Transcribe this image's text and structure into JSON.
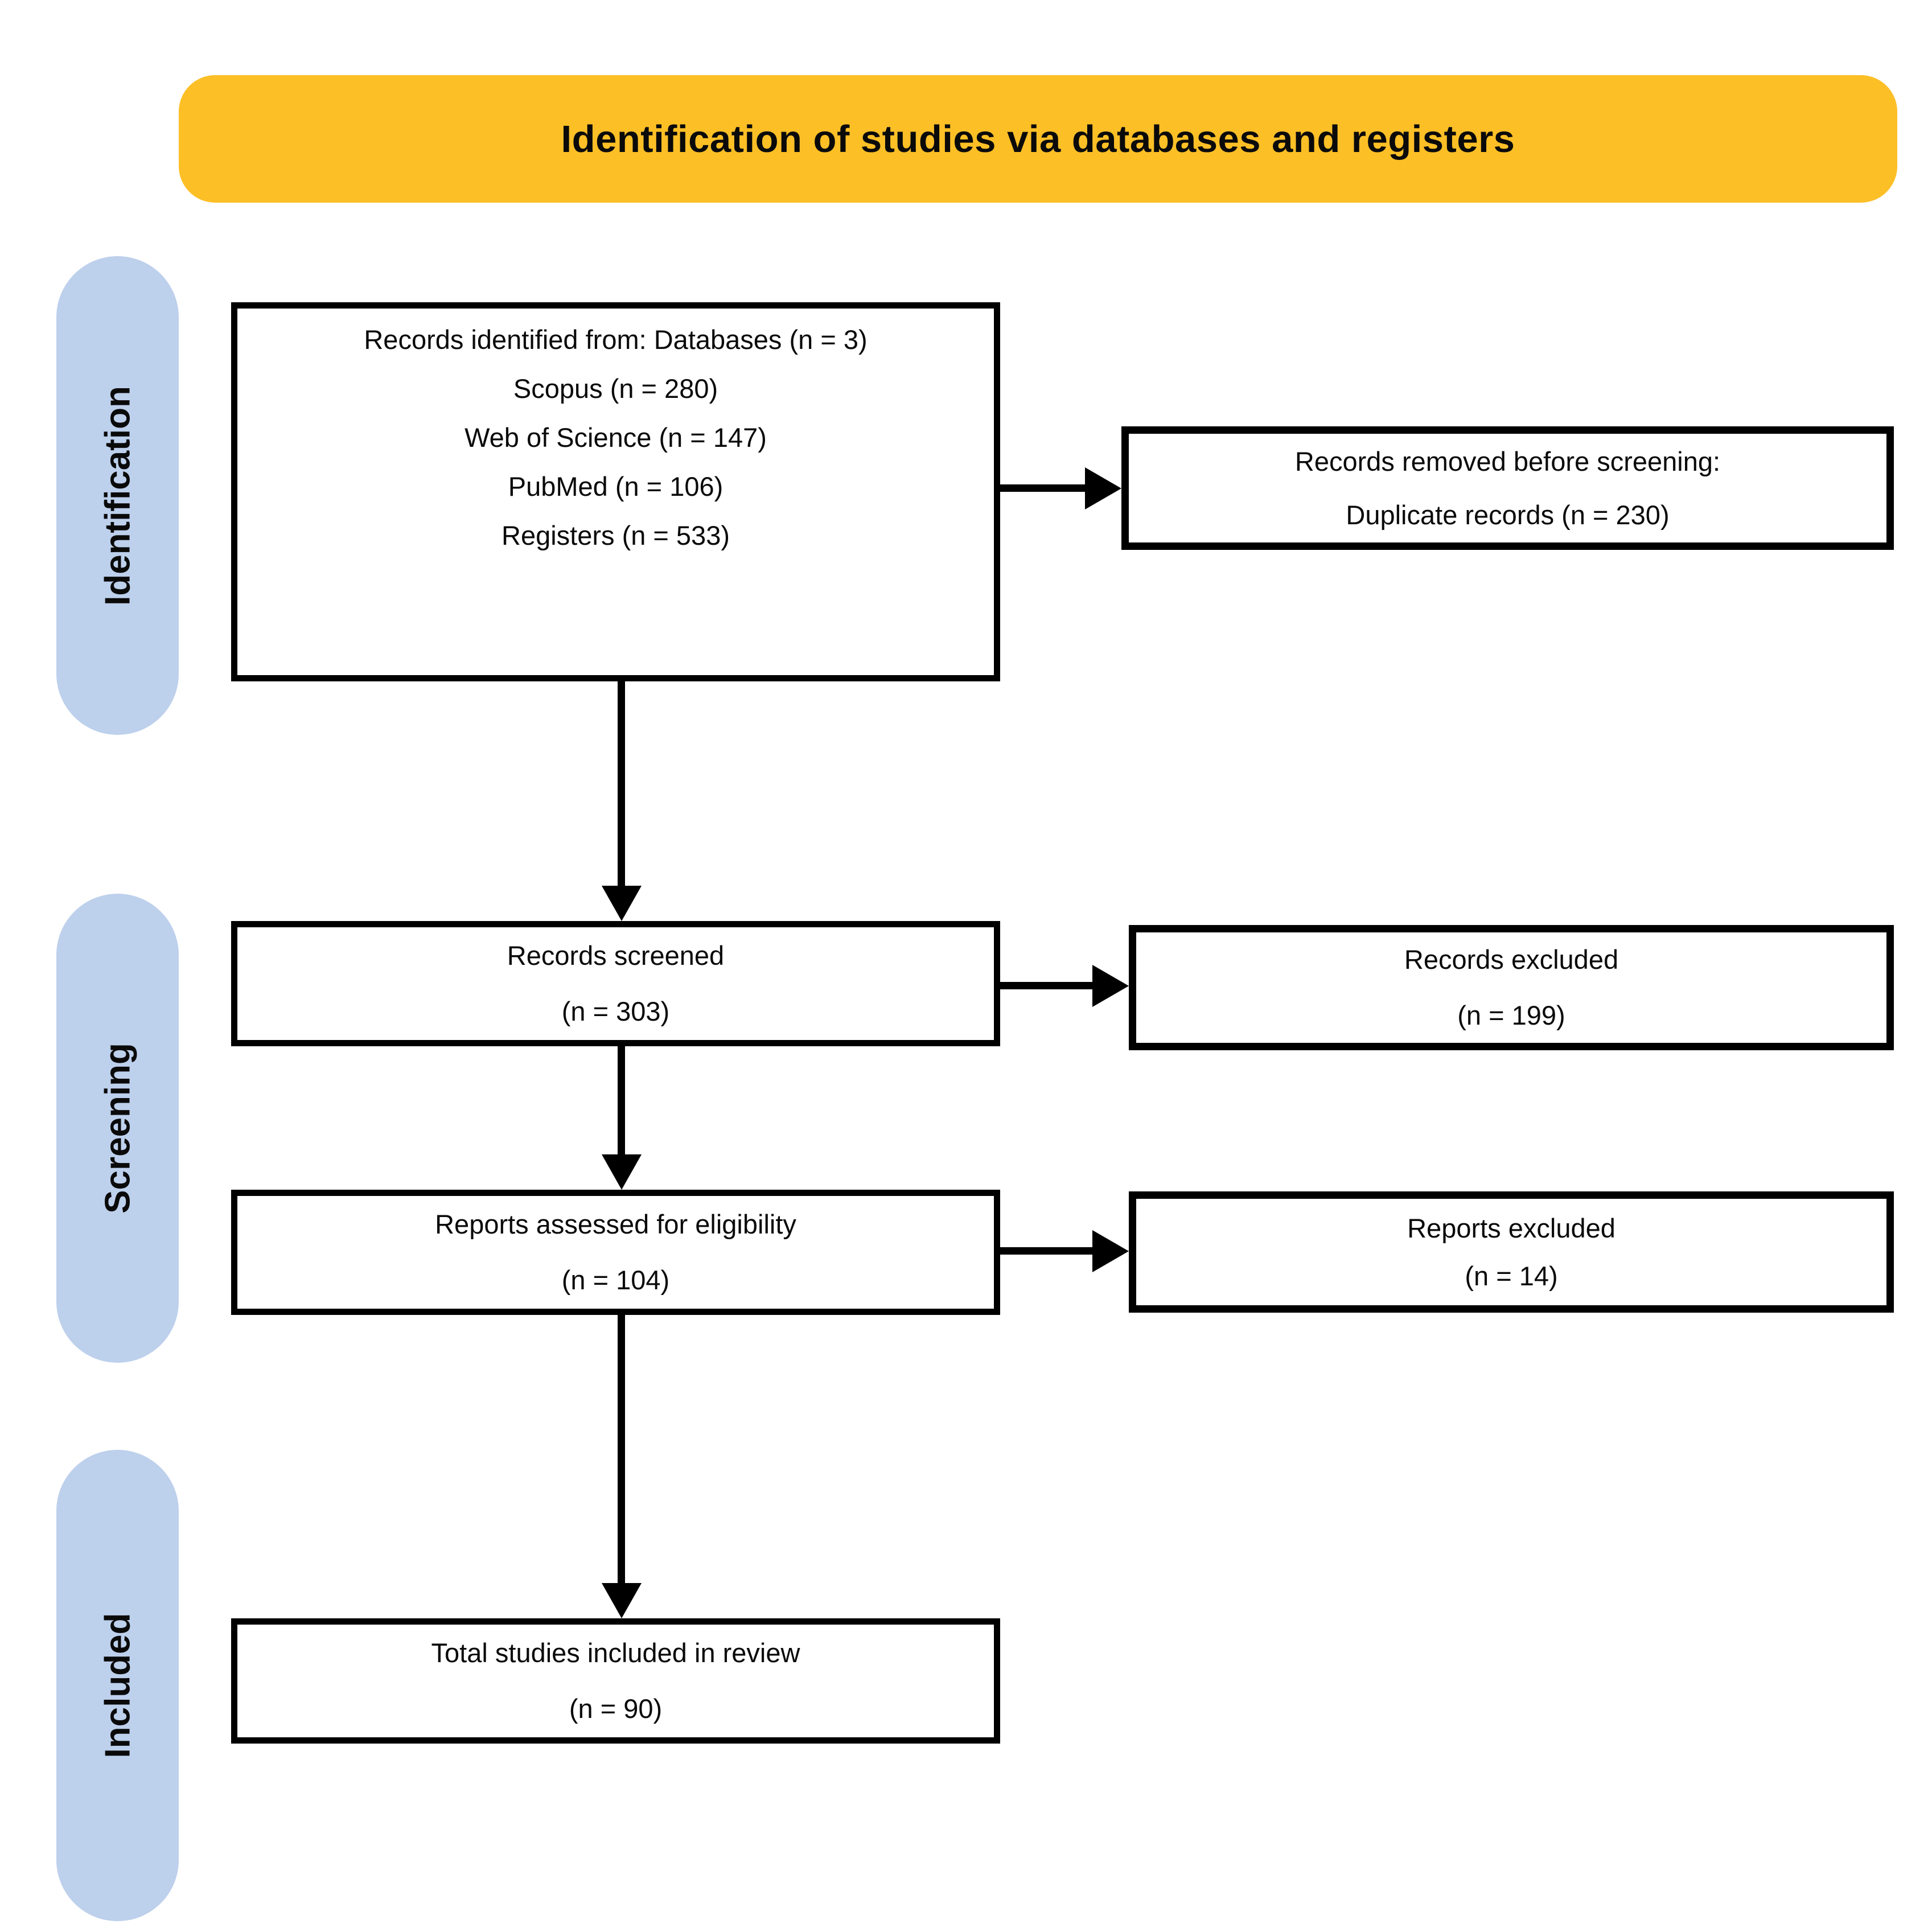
{
  "diagram": {
    "title": "Identification of studies via databases and registers",
    "stages": [
      "Identification",
      "Screening",
      "Included"
    ],
    "boxes": {
      "identified": [
        "Records identified from: Databases (n = 3)",
        "Scopus (n = 280)",
        "Web of Science (n = 147)",
        "PubMed (n = 106)",
        "Registers (n = 533)"
      ],
      "removed": [
        "Records removed before screening:",
        "Duplicate records (n = 230)"
      ],
      "screened": [
        "Records screened",
        "(n = 303)"
      ],
      "records_excluded": [
        "Records excluded",
        "(n = 199)"
      ],
      "assessed": [
        "Reports assessed for eligibility",
        "(n = 104)"
      ],
      "reports_excluded": [
        "Reports excluded",
        "(n = 14)"
      ],
      "included": [
        "Total studies included in review",
        "(n = 90)"
      ]
    },
    "colors": {
      "banner_background": "#FCBF26",
      "stage_pill_background": "#BDD0EC",
      "box_border": "#000000",
      "arrow": "#000000",
      "text": "#0A0A0A",
      "page_background": "#FFFFFF"
    }
  }
}
